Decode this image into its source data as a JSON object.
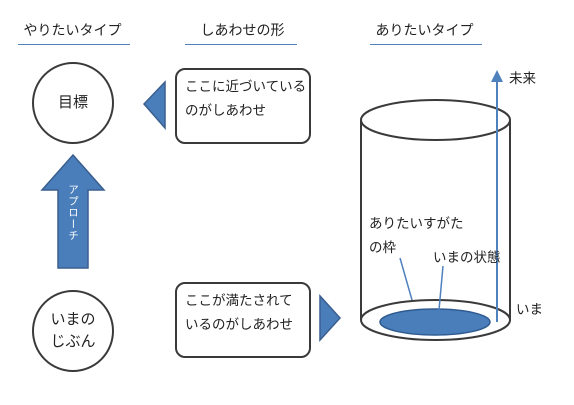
{
  "headers": {
    "left": "やりたいタイプ",
    "middle": "しあわせの形",
    "right": "ありたいタイプ"
  },
  "left_column": {
    "goal_circle": "目標",
    "approach_arrow": "アプローチ",
    "self_circle_line1": "いまの",
    "self_circle_line2": "じぶん"
  },
  "middle_column": {
    "top_box_line1": "ここに近づいている",
    "top_box_line2": "のがしあわせ",
    "bottom_box_line1": "ここが満たされて",
    "bottom_box_line2": "いるのがしあわせ"
  },
  "right_column": {
    "future_label": "未来",
    "now_label": "いま",
    "ideal_frame_line1": "ありたいすがた",
    "ideal_frame_line2": "の枠",
    "current_state_label": "いまの状態"
  },
  "colors": {
    "accent": "#4f81bd",
    "fill_blue": "#4a7ebb",
    "outline": "#3a3a3a"
  }
}
